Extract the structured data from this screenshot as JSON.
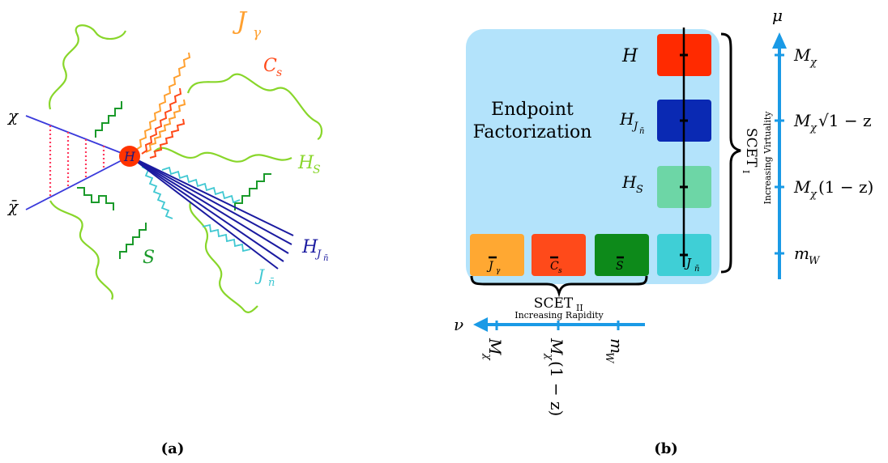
{
  "panel_a": {
    "caption": "(a)",
    "labels": {
      "chi": "χ",
      "chibar": "χ̄",
      "H": "H",
      "J_gamma": "J",
      "J_gamma_sub": "γ",
      "C_s": "C",
      "C_s_sub": "s",
      "H_S": "H",
      "H_S_sub": "S",
      "S": "S",
      "H_Jn": "H",
      "H_Jn_sub": "J",
      "H_Jn_subsub": "n̄",
      "J_n": "J",
      "J_n_sub": "n̄"
    }
  },
  "panel_b": {
    "caption": "(b)",
    "box_title_line1": "Endpoint",
    "box_title_line2": "Factorization",
    "col_labels": {
      "H": "H",
      "H_Jn": "H",
      "H_Jn_sub": "J",
      "H_Jn_subsub": "n̄",
      "H_S": "H",
      "H_S_sub": "S"
    },
    "bottom_labels": {
      "J_gamma": "J",
      "J_gamma_sub": "γ",
      "C_s": "C",
      "C_s_sub": "s",
      "S": "S",
      "J_n": "J",
      "J_n_sub": "n̄"
    },
    "scet_I": "SCET",
    "scet_I_sub": "I",
    "scet_II": "SCET",
    "scet_II_sub": "II",
    "increasing_rapidity": "Increasing Rapidity",
    "increasing_virtuality": "Increasing Virtuality",
    "mu_axis": {
      "symbol": "μ",
      "ticks": [
        {
          "main": "M",
          "sub": "χ",
          "tail": ""
        },
        {
          "main": "M",
          "sub": "χ",
          "tail": "√1 − z"
        },
        {
          "main": "M",
          "sub": "χ",
          "tail": "(1 − z)"
        },
        {
          "main": "m",
          "sub": "W",
          "tail": ""
        }
      ]
    },
    "nu_axis": {
      "symbol": "ν",
      "ticks": [
        {
          "main": "M",
          "sub": "χ",
          "tail": ""
        },
        {
          "main": "M",
          "sub": "χ",
          "tail": "(1 − z)"
        },
        {
          "main": "m",
          "sub": "W",
          "tail": ""
        }
      ]
    },
    "colors": {
      "box": "#b3e3fb",
      "H": "#ff2a00",
      "H_Jn": "#0a29b3",
      "H_S": "#6dd6a6",
      "J_gamma": "#ffa832",
      "C_s": "#ff4a1a",
      "S": "#0d8a1a",
      "J_n": "#3fcfd6",
      "axis": "#1a9ae6"
    }
  },
  "legend_colors": {
    "fermion_line": "#3a3adb",
    "hard_vertex": "#ff3300",
    "soft_wave": "#88d62a",
    "ladder": "#ff3a5e",
    "collinear_orange": "#ffa030",
    "collinear_red": "#ff4a1a",
    "soft_green_zigzag": "#1a9a2a",
    "jet_cyan": "#40c8d2",
    "jet_blue": "#1a1aa0"
  }
}
